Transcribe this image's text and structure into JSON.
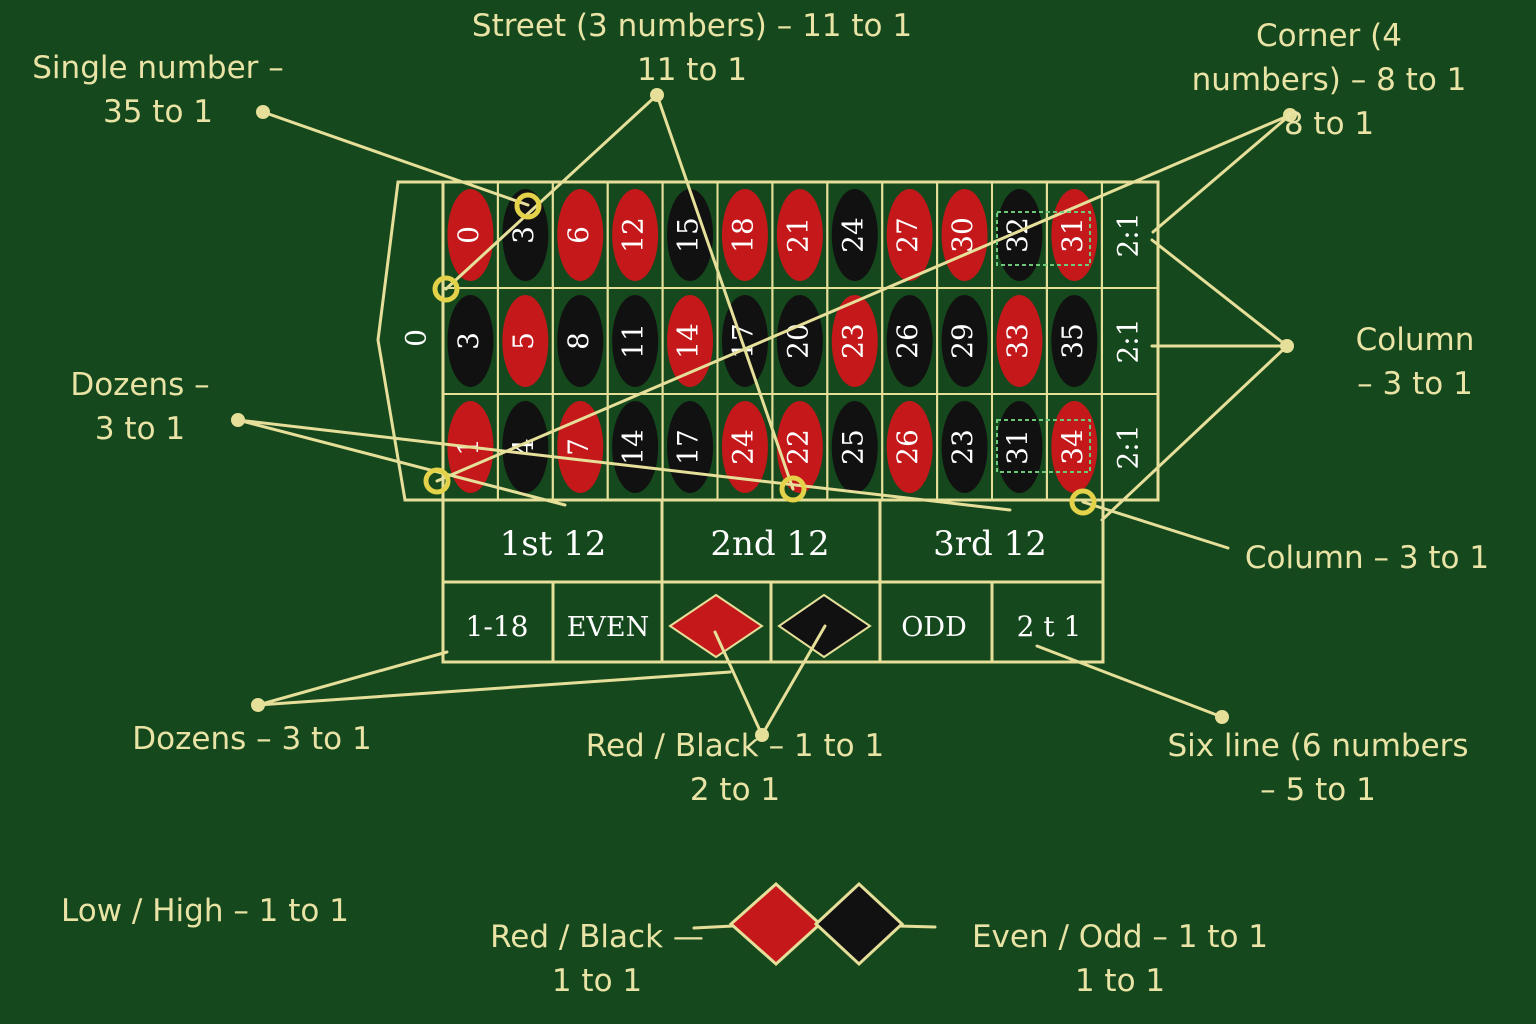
{
  "colors": {
    "felt": "#15481c",
    "line": "#e6df9a",
    "red": "#c4181a",
    "black": "#111111",
    "marker": "#e3d24a",
    "corner_box": "#6fc77a"
  },
  "grid": {
    "zero_label": "0",
    "rows": [
      [
        {
          "n": "0",
          "c": "red"
        },
        {
          "n": "3",
          "c": "black"
        },
        {
          "n": "6",
          "c": "red"
        },
        {
          "n": "12",
          "c": "red"
        },
        {
          "n": "15",
          "c": "black"
        },
        {
          "n": "18",
          "c": "red"
        },
        {
          "n": "21",
          "c": "red"
        },
        {
          "n": "24",
          "c": "black"
        },
        {
          "n": "27",
          "c": "red"
        },
        {
          "n": "30",
          "c": "red"
        },
        {
          "n": "32",
          "c": "black"
        },
        {
          "n": "31",
          "c": "red"
        }
      ],
      [
        {
          "n": "3",
          "c": "black"
        },
        {
          "n": "5",
          "c": "red"
        },
        {
          "n": "8",
          "c": "black"
        },
        {
          "n": "11",
          "c": "black"
        },
        {
          "n": "14",
          "c": "red"
        },
        {
          "n": "17",
          "c": "black"
        },
        {
          "n": "20",
          "c": "black"
        },
        {
          "n": "23",
          "c": "red"
        },
        {
          "n": "26",
          "c": "black"
        },
        {
          "n": "29",
          "c": "black"
        },
        {
          "n": "33",
          "c": "red"
        },
        {
          "n": "35",
          "c": "black"
        }
      ],
      [
        {
          "n": "1",
          "c": "red"
        },
        {
          "n": "4",
          "c": "black"
        },
        {
          "n": "7",
          "c": "red"
        },
        {
          "n": "14",
          "c": "black"
        },
        {
          "n": "17",
          "c": "black"
        },
        {
          "n": "24",
          "c": "red"
        },
        {
          "n": "22",
          "c": "red"
        },
        {
          "n": "25",
          "c": "black"
        },
        {
          "n": "26",
          "c": "red"
        },
        {
          "n": "23",
          "c": "black"
        },
        {
          "n": "31",
          "c": "black"
        },
        {
          "n": "34",
          "c": "red"
        }
      ]
    ],
    "column_bets": [
      "2:1",
      "2:1",
      "2:1"
    ]
  },
  "dozens": [
    "1st 12",
    "2nd 12",
    "3rd 12"
  ],
  "outside_bets": {
    "low": "1-18",
    "even": "EVEN",
    "red_symbol": "red-diamond",
    "black_symbol": "black-diamond",
    "odd": "ODD",
    "last": "2 t 1"
  },
  "labels": {
    "single": [
      "Single number –",
      "35 to 1"
    ],
    "street": [
      "Street (3 numbers) – 11 to 1",
      "11 to 1"
    ],
    "corner": [
      "Corner (4",
      "numbers) – 8 to 1",
      "8 to 1"
    ],
    "column_right": [
      "Column",
      "– 3 to 1"
    ],
    "dozens_left": [
      "Dozens –",
      "3 to 1"
    ],
    "column_bottom": [
      "Column – 3 to 1"
    ],
    "dozens_bottom": [
      "Dozens – 3 to 1"
    ],
    "red_black_mid": [
      "Red / Black – 1 to 1",
      "2 to 1"
    ],
    "six_line": [
      "Six line (6 numbers",
      "– 5 to 1"
    ],
    "low_high": [
      "Low / High – 1 to 1"
    ],
    "red_black_legend": [
      "Red / Black —",
      "1 to 1"
    ],
    "even_odd_legend": [
      "Even / Odd – 1 to 1",
      "1 to 1"
    ]
  }
}
